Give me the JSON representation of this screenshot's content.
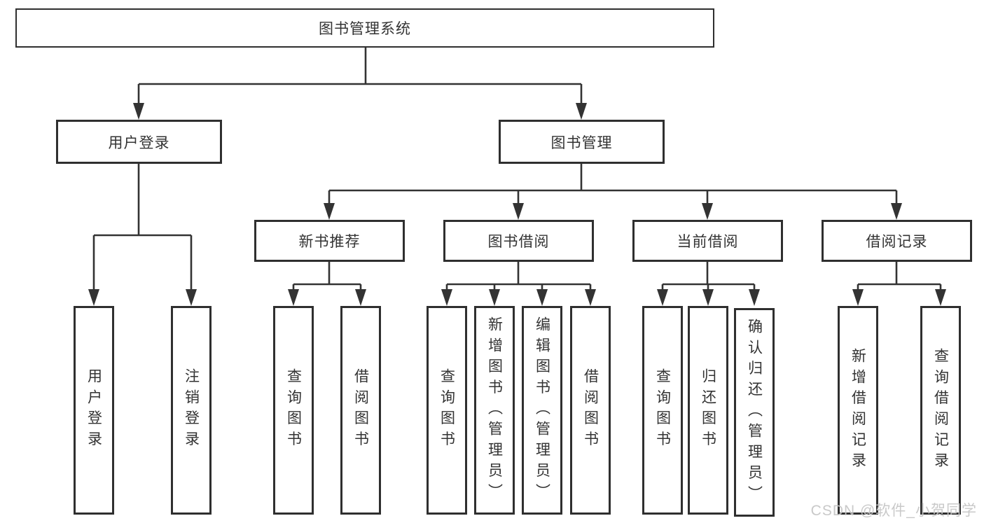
{
  "root": {
    "label": "图书管理系统"
  },
  "user_login": {
    "label": "用户登录",
    "children": [
      {
        "label": "用户登录"
      },
      {
        "label": "注销登录"
      }
    ]
  },
  "book_mgmt": {
    "label": "图书管理",
    "sections": [
      {
        "label": "新书推荐",
        "children": [
          {
            "label": "查询图书"
          },
          {
            "label": "借阅图书"
          }
        ]
      },
      {
        "label": "图书借阅",
        "children": [
          {
            "label": "查询图书"
          },
          {
            "label": "新增图书（管理员）"
          },
          {
            "label": "编辑图书（管理员）"
          },
          {
            "label": "借阅图书"
          }
        ]
      },
      {
        "label": "当前借阅",
        "children": [
          {
            "label": "查询图书"
          },
          {
            "label": "归还图书"
          },
          {
            "label": "确认归还（管理员）"
          }
        ]
      },
      {
        "label": "借阅记录",
        "children": [
          {
            "label": "新增借阅记录"
          },
          {
            "label": "查询借阅记录"
          }
        ]
      }
    ]
  },
  "watermark": "CSDN @软件_小贺同学",
  "colors": {
    "line": "#333333",
    "text": "#333333",
    "box_background": "#ffffff",
    "watermark": "#c6c6c6"
  }
}
